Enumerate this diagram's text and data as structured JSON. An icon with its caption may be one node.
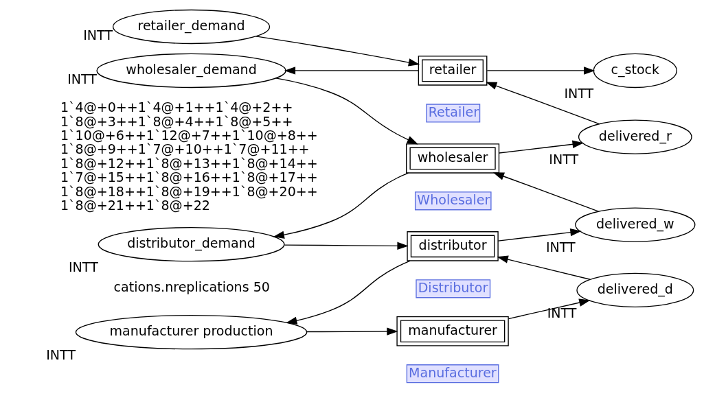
{
  "diagram": {
    "nodes": [
      {
        "text": [
          "manufacturer"
        ],
        "beside": [
          "Manufacturer"
        ]
      },
      {
        "text": [
          "manufacturer production"
        ],
        "beside": [
          "INTT"
        ]
      },
      {
        "text": [
          "delivered_d"
        ],
        "beside": [
          "INTT"
        ]
      },
      {
        "text": [
          "distributor"
        ],
        "beside": [
          "Distributor"
        ]
      },
      {
        "text": [
          "distributor_demand"
        ],
        "beside": [
          "INTT"
        ]
      },
      {
        "text": [
          "delivered_w"
        ],
        "beside": [
          "INTT"
        ]
      },
      {
        "text": [
          "wholesaler"
        ],
        "beside": [
          "Wholesaler"
        ]
      },
      {
        "text": [
          "wholesaler_demand"
        ],
        "beside": [
          "INTT"
        ]
      },
      {
        "text": [
          "delivered_r"
        ],
        "beside": [
          "INTT"
        ]
      },
      {
        "text": [
          "retailer"
        ],
        "beside": [
          "Retailer"
        ]
      },
      {
        "text": [
          "retailer_demand"
        ],
        "beside": [
          "INTT"
        ]
      },
      {
        "text": [
          "c_stock"
        ],
        "beside": [
          "INTT"
        ]
      }
    ],
    "edges": [
      {
        "from": 1,
        "to": 0,
        "arrow": "to"
      },
      {
        "from": 0,
        "to": 2,
        "arrow": "to"
      },
      {
        "from": 2,
        "to": 3,
        "arrow": "to"
      },
      {
        "from": 3,
        "to": 1,
        "arrow": "to"
      },
      {
        "from": 4,
        "to": 3,
        "arrow": "to"
      },
      {
        "from": 3,
        "to": 5,
        "arrow": "to"
      },
      {
        "from": 5,
        "to": 6,
        "arrow": "to"
      },
      {
        "from": 6,
        "to": 4,
        "arrow": "to"
      },
      {
        "from": 7,
        "to": 6,
        "arrow": "to"
      },
      {
        "from": 6,
        "to": 8,
        "arrow": "to"
      },
      {
        "from": 8,
        "to": 9,
        "arrow": "to"
      },
      {
        "from": 9,
        "to": 7,
        "arrow": "to"
      },
      {
        "from": 10,
        "to": 9,
        "arrow": "to"
      },
      {
        "from": 9,
        "to": 11,
        "arrow": "to"
      }
    ],
    "labels": [
      "cations.nreplications 50",
      "1`4@+0++1`4@+1++1`4@+2++ 1`8@+3++1`8@+4++1`8@+5++ 1`10@+6++1`12@+7++1`10@+8++ 1`8@+9++1`7@+10++1`7@+11++ 1`8@+12++1`8@+13++1`8@+14++ 1`7@+15++1`8@+16++1`8@+17++ 1`8@+18++1`8@+19++1`8@+20++ 1`8@+21++1`8@+22"
    ]
  }
}
